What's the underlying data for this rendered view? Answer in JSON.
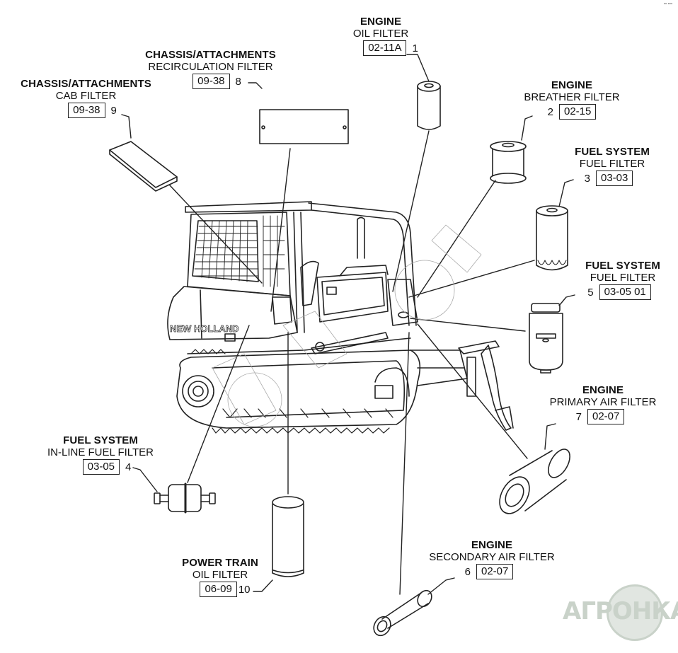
{
  "diagram": {
    "machine_brand_decal": "NEW HOLLAND",
    "corner_mark": "▪▪ ▪▪▪",
    "watermark_logo": "АГРОНКА",
    "callouts": [
      {
        "item": "1",
        "system": "ENGINE",
        "name": "OIL FILTER",
        "ref": "02-11A",
        "num_side": "right"
      },
      {
        "item": "2",
        "system": "ENGINE",
        "name": "BREATHER FILTER",
        "ref": "02-15",
        "num_side": "left"
      },
      {
        "item": "3",
        "system": "FUEL SYSTEM",
        "name": "FUEL FILTER",
        "ref": "03-03",
        "num_side": "left"
      },
      {
        "item": "4",
        "system": "FUEL SYSTEM",
        "name": "IN-LINE FUEL FILTER",
        "ref": "03-05",
        "num_side": "right"
      },
      {
        "item": "5",
        "system": "FUEL SYSTEM",
        "name": "FUEL FILTER",
        "ref": "03-05 01",
        "num_side": "left"
      },
      {
        "item": "6",
        "system": "ENGINE",
        "name": "SECONDARY AIR FILTER",
        "ref": "02-07",
        "num_side": "left"
      },
      {
        "item": "7",
        "system": "ENGINE",
        "name": "PRIMARY AIR FILTER",
        "ref": "02-07",
        "num_side": "left"
      },
      {
        "item": "8",
        "system": "CHASSIS/ATTACHMENTS",
        "name": "RECIRCULATION FILTER",
        "ref": "09-38",
        "num_side": "right"
      },
      {
        "item": "9",
        "system": "CHASSIS/ATTACHMENTS",
        "name": "CAB FILTER",
        "ref": "09-38",
        "num_side": "right"
      },
      {
        "item": "10",
        "system": "POWER TRAIN",
        "name": "OIL FILTER",
        "ref": "06-09",
        "num_side": "right"
      }
    ]
  }
}
